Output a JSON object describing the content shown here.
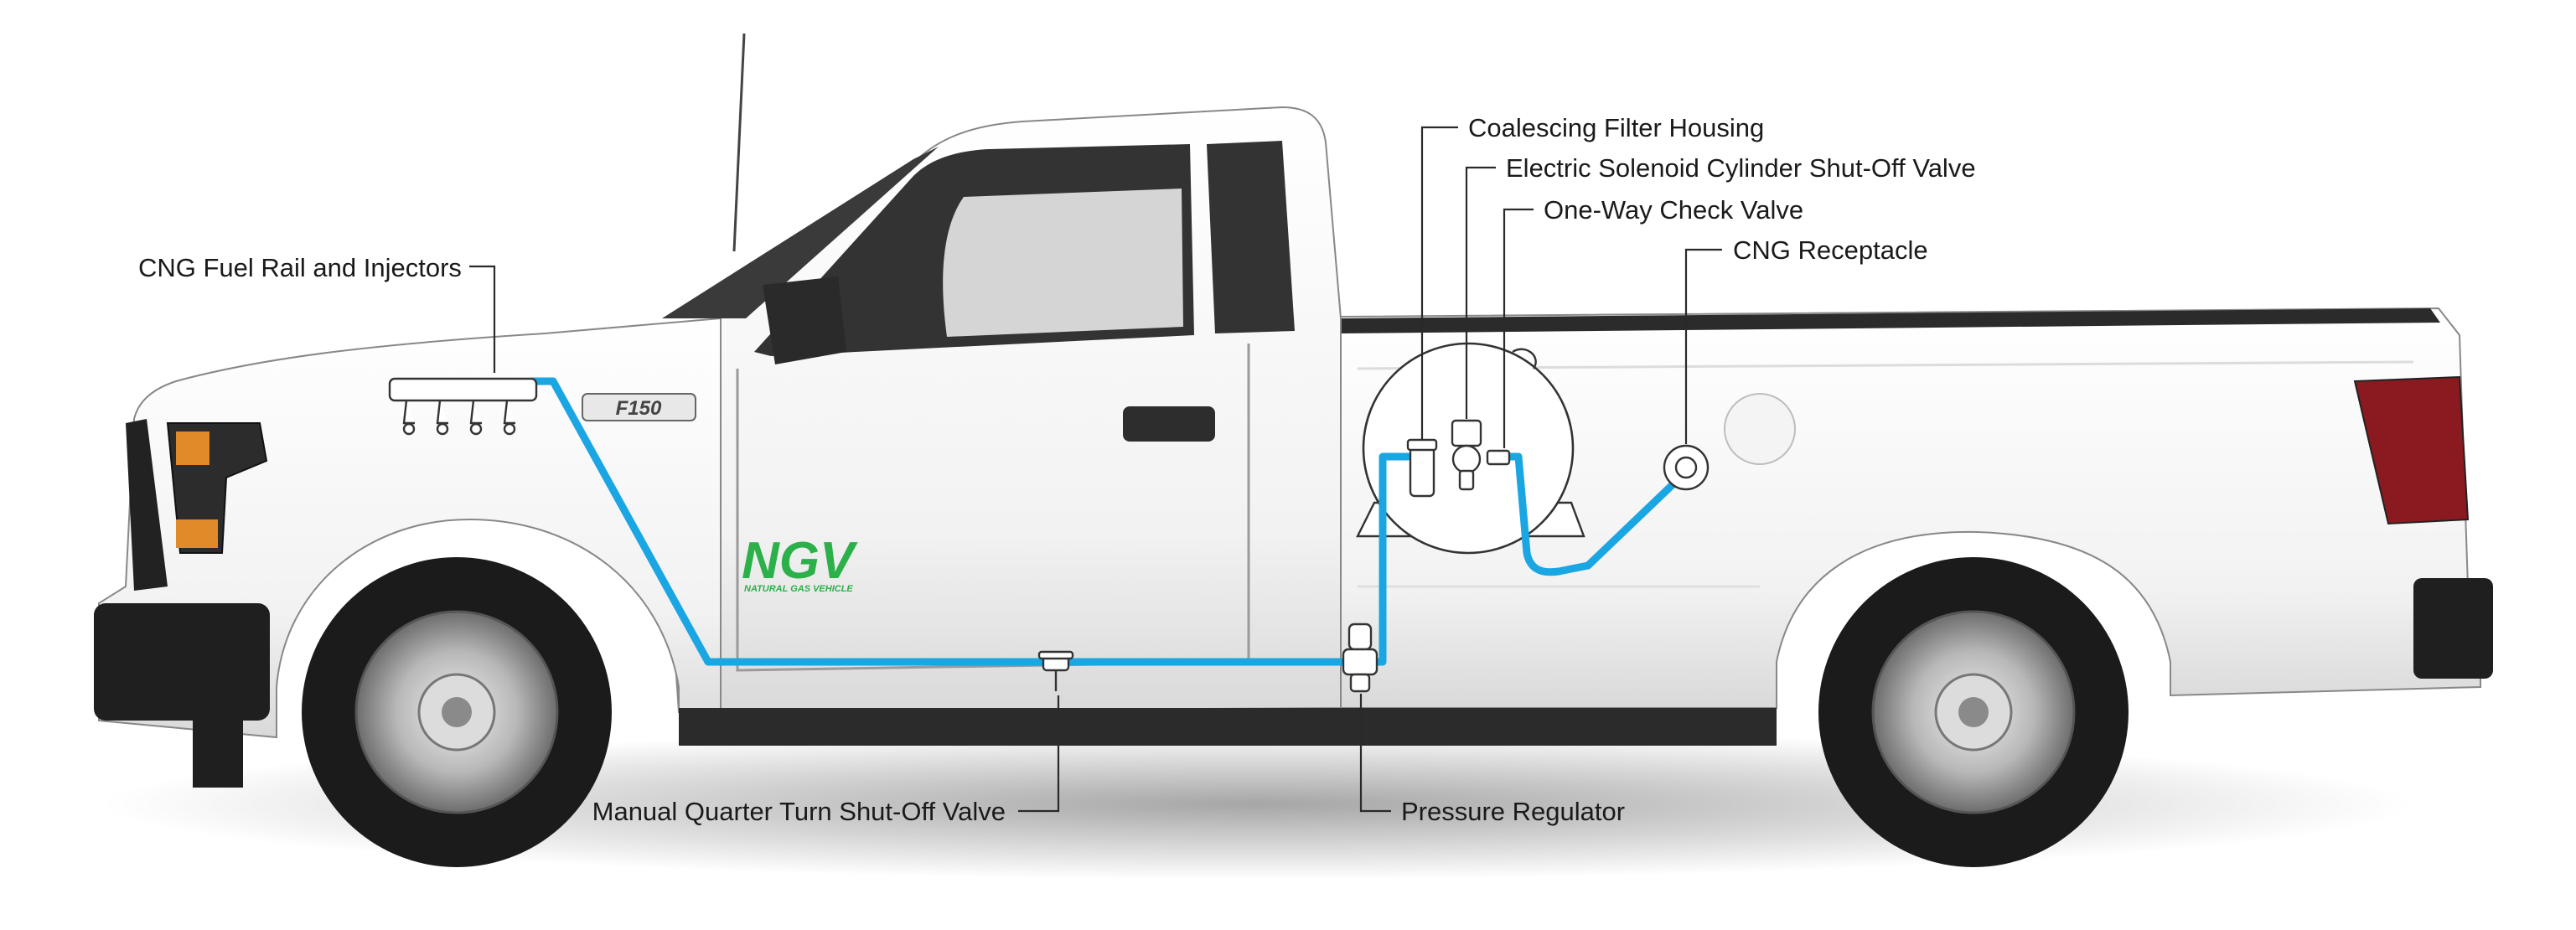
{
  "labels": {
    "fuel_rail": "CNG Fuel Rail and Injectors",
    "coalescing_filter": "Coalescing Filter Housing",
    "solenoid_valve": "Electric Solenoid Cylinder Shut-Off Valve",
    "check_valve": "One-Way Check Valve",
    "receptacle": "CNG Receptacle",
    "manual_valve": "Manual Quarter Turn Shut-Off Valve",
    "pressure_regulator": "Pressure Regulator"
  },
  "badge": {
    "title": "NGV",
    "subtitle": "NATURAL GAS VEHICLE"
  },
  "truck_badge": "F150",
  "colors": {
    "fuel_line": "#1aa6e3",
    "ngv_green": "#2bb04a",
    "truck_body": "#f7f7f7",
    "tire": "#1b1b1b"
  }
}
